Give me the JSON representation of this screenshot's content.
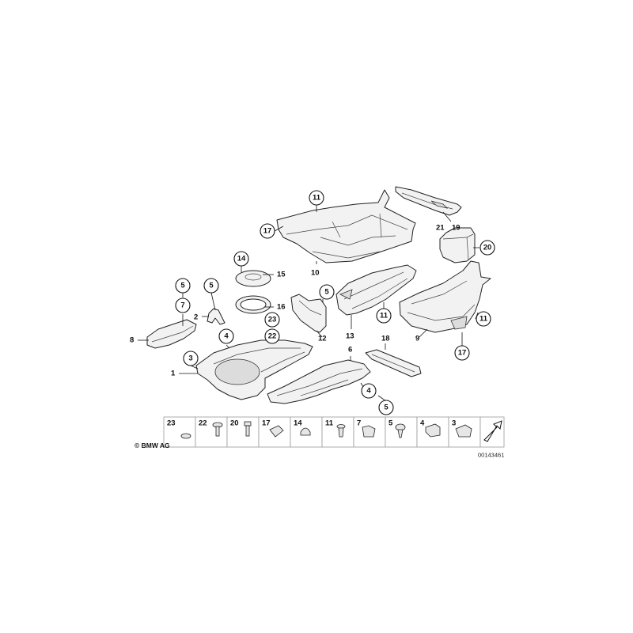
{
  "figure": {
    "copyright": "© BMW AG",
    "doc_number": "00143461"
  },
  "callouts": {
    "c11_top": "11",
    "c17_top": "17",
    "c21": "21",
    "c19": "19",
    "c20": "20",
    "c10": "10",
    "c14": "14",
    "c15": "15",
    "c16": "16",
    "c5_upper_left": "5",
    "c5_bracket": "5",
    "c7": "7",
    "c2": "2",
    "c8": "8",
    "c4_left": "4",
    "c3": "3",
    "c1": "1",
    "c23": "23",
    "c22": "22",
    "c12": "12",
    "c5_center": "5",
    "c13": "13",
    "c11_center": "11",
    "c9": "9",
    "c11_right": "11",
    "c17_right": "17",
    "c6": "6",
    "c18": "18",
    "c4_bottom": "4",
    "c5_bottom": "5"
  },
  "legend": {
    "items": [
      "23",
      "22",
      "20",
      "17",
      "14",
      "11",
      "7",
      "5",
      "4",
      "3"
    ],
    "icons": [
      "washer-icon",
      "expanding-rivet-icon",
      "bolt-icon",
      "clip-nut-icon",
      "grommet-icon",
      "push-rivet-icon",
      "clip-icon",
      "screw-icon",
      "spring-clip-icon",
      "clip-nut-assembly-icon"
    ]
  }
}
